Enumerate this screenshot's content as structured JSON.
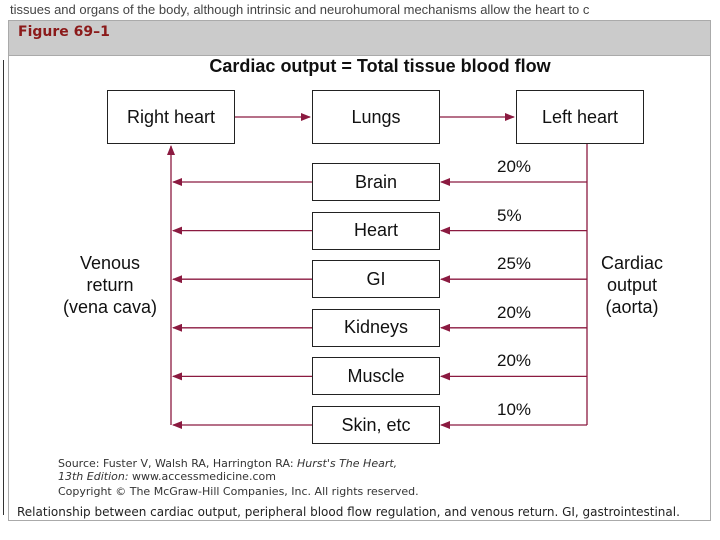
{
  "page_top_text": "tissues and organs of the body, although intrinsic and neurohumoral mechanisms allow the heart to c",
  "figure_label": "Figure 69–1",
  "diagram": {
    "title": "Cardiac output = Total tissue blood flow",
    "top_row": [
      "Right heart",
      "Lungs",
      "Left heart"
    ],
    "organs": [
      {
        "name": "Brain",
        "percent": "20%"
      },
      {
        "name": "Heart",
        "percent": "5%"
      },
      {
        "name": "GI",
        "percent": "25%"
      },
      {
        "name": "Kidneys",
        "percent": "20%"
      },
      {
        "name": "Muscle",
        "percent": "20%"
      },
      {
        "name": "Skin, etc",
        "percent": "10%"
      }
    ],
    "left_label": [
      "Venous",
      "return",
      "(vena cava)"
    ],
    "right_label": [
      "Cardiac",
      "output",
      "(aorta)"
    ],
    "line_color": "#8b1a40"
  },
  "source": {
    "line1_prefix": "Source: Fuster V, Walsh RA, Harrington RA: ",
    "line1_italic": "Hurst's The Heart,",
    "line2_italic": "13th Edition:",
    "line2_rest": " www.accessmedicine.com",
    "copyright": "Copyright © The McGraw-Hill Companies, Inc. All rights reserved."
  },
  "caption": "Relationship between cardiac output, peripheral blood flow regulation, and venous return. GI, gastrointestinal."
}
